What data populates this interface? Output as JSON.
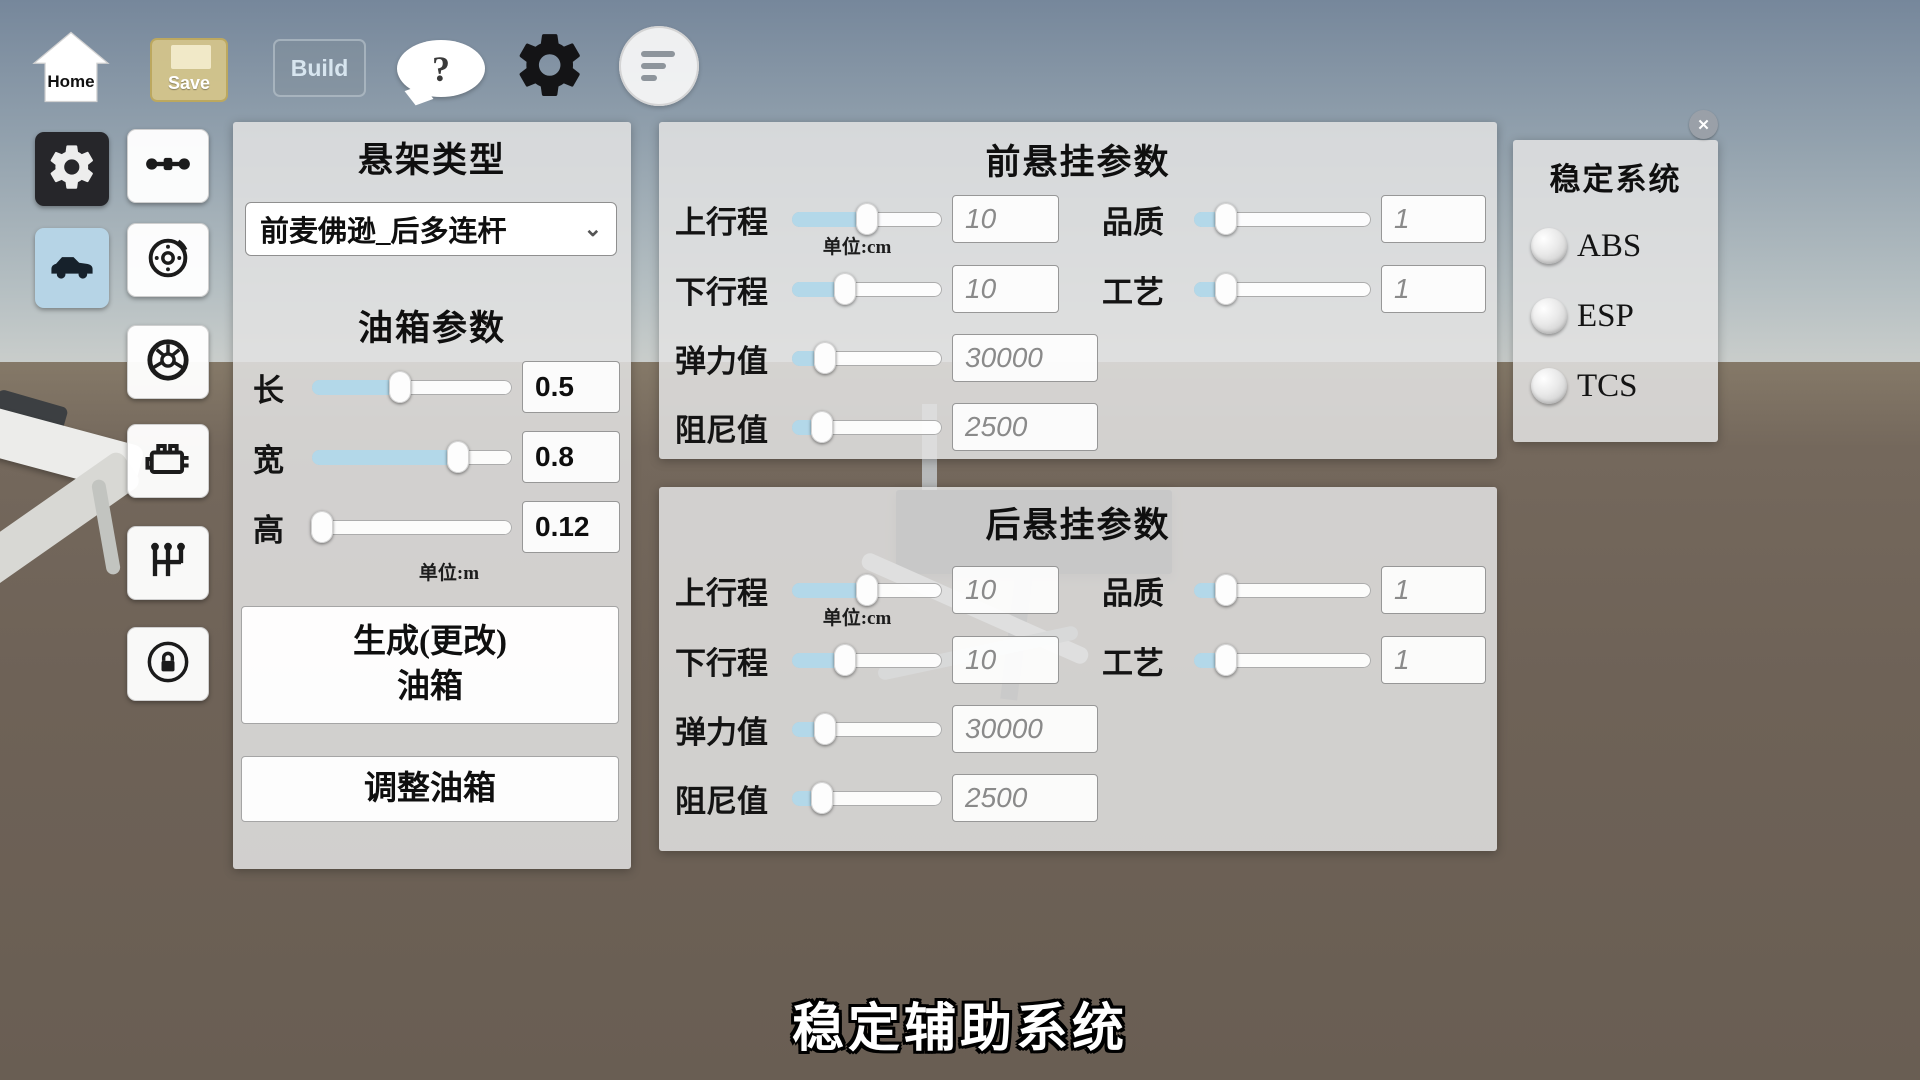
{
  "toolbar": {
    "home_label": "Home",
    "save_label": "Save",
    "build_label": "Build",
    "help_glyph": "?"
  },
  "icons": {
    "close_glyph": "✕",
    "dropdown_chevron": "⌄"
  },
  "suspension_type": {
    "title": "悬架类型",
    "selected": "前麦佛逊_后多连杆"
  },
  "fuel_tank": {
    "title": "油箱参数",
    "unit": "单位:m",
    "rows": [
      {
        "label": "长",
        "value": "0.5",
        "fill": 0.44
      },
      {
        "label": "宽",
        "value": "0.8",
        "fill": 0.73
      },
      {
        "label": "高",
        "value": "0.12",
        "fill": 0.05
      }
    ],
    "generate_line1": "生成(更改)",
    "generate_line2": "油箱",
    "adjust_label": "调整油箱"
  },
  "front_suspension": {
    "title": "前悬挂参数",
    "unit": "单位:cm",
    "left_rows": [
      {
        "label": "上行程",
        "value": "10",
        "fill": 0.5
      },
      {
        "label": "下行程",
        "value": "10",
        "fill": 0.35
      },
      {
        "label": "弹力值",
        "value": "30000",
        "fill": 0.22
      },
      {
        "label": "阻尼值",
        "value": "2500",
        "fill": 0.2
      }
    ],
    "right_rows": [
      {
        "label": "品质",
        "value": "1",
        "fill": 0.18
      },
      {
        "label": "工艺",
        "value": "1",
        "fill": 0.18
      }
    ]
  },
  "rear_suspension": {
    "title": "后悬挂参数",
    "unit": "单位:cm",
    "left_rows": [
      {
        "label": "上行程",
        "value": "10",
        "fill": 0.5
      },
      {
        "label": "下行程",
        "value": "10",
        "fill": 0.35
      },
      {
        "label": "弹力值",
        "value": "30000",
        "fill": 0.22
      },
      {
        "label": "阻尼值",
        "value": "2500",
        "fill": 0.2
      }
    ],
    "right_rows": [
      {
        "label": "品质",
        "value": "1",
        "fill": 0.18
      },
      {
        "label": "工艺",
        "value": "1",
        "fill": 0.18
      }
    ]
  },
  "stability": {
    "title": "稳定系统",
    "options": [
      "ABS",
      "ESP",
      "TCS"
    ]
  },
  "subtitle": "稳定辅助系统"
}
